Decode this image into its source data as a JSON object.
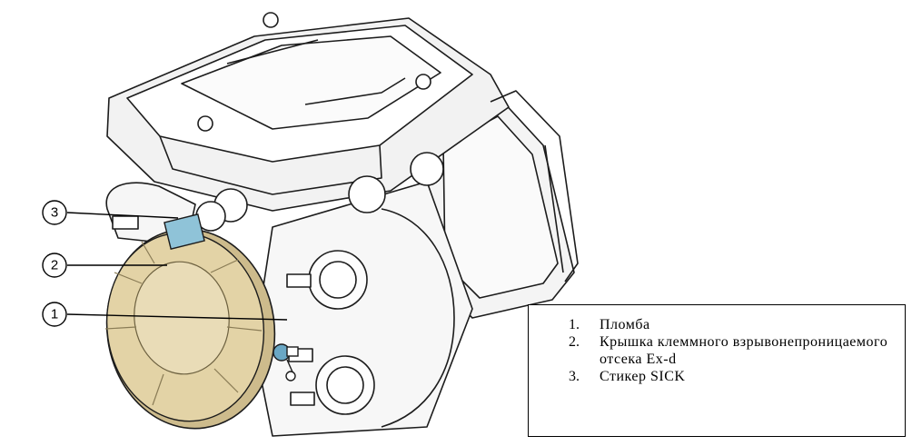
{
  "callouts": [
    {
      "number": "3",
      "target": "sick-sticker"
    },
    {
      "number": "2",
      "target": "terminal-cover"
    },
    {
      "number": "1",
      "target": "seal"
    }
  ],
  "legend": {
    "items": [
      {
        "num": "1.",
        "text": "Пломба"
      },
      {
        "num": "2.",
        "text": "Крышка клеммного взрывонепроницаемого отсека Ex-d"
      },
      {
        "num": "3.",
        "text": "Стикер SICK"
      }
    ]
  },
  "colors": {
    "cover": "#e3d3a6",
    "sticker": "#8fc3d8",
    "seal": "#6aa7c4",
    "line": "#1c1c1c"
  }
}
